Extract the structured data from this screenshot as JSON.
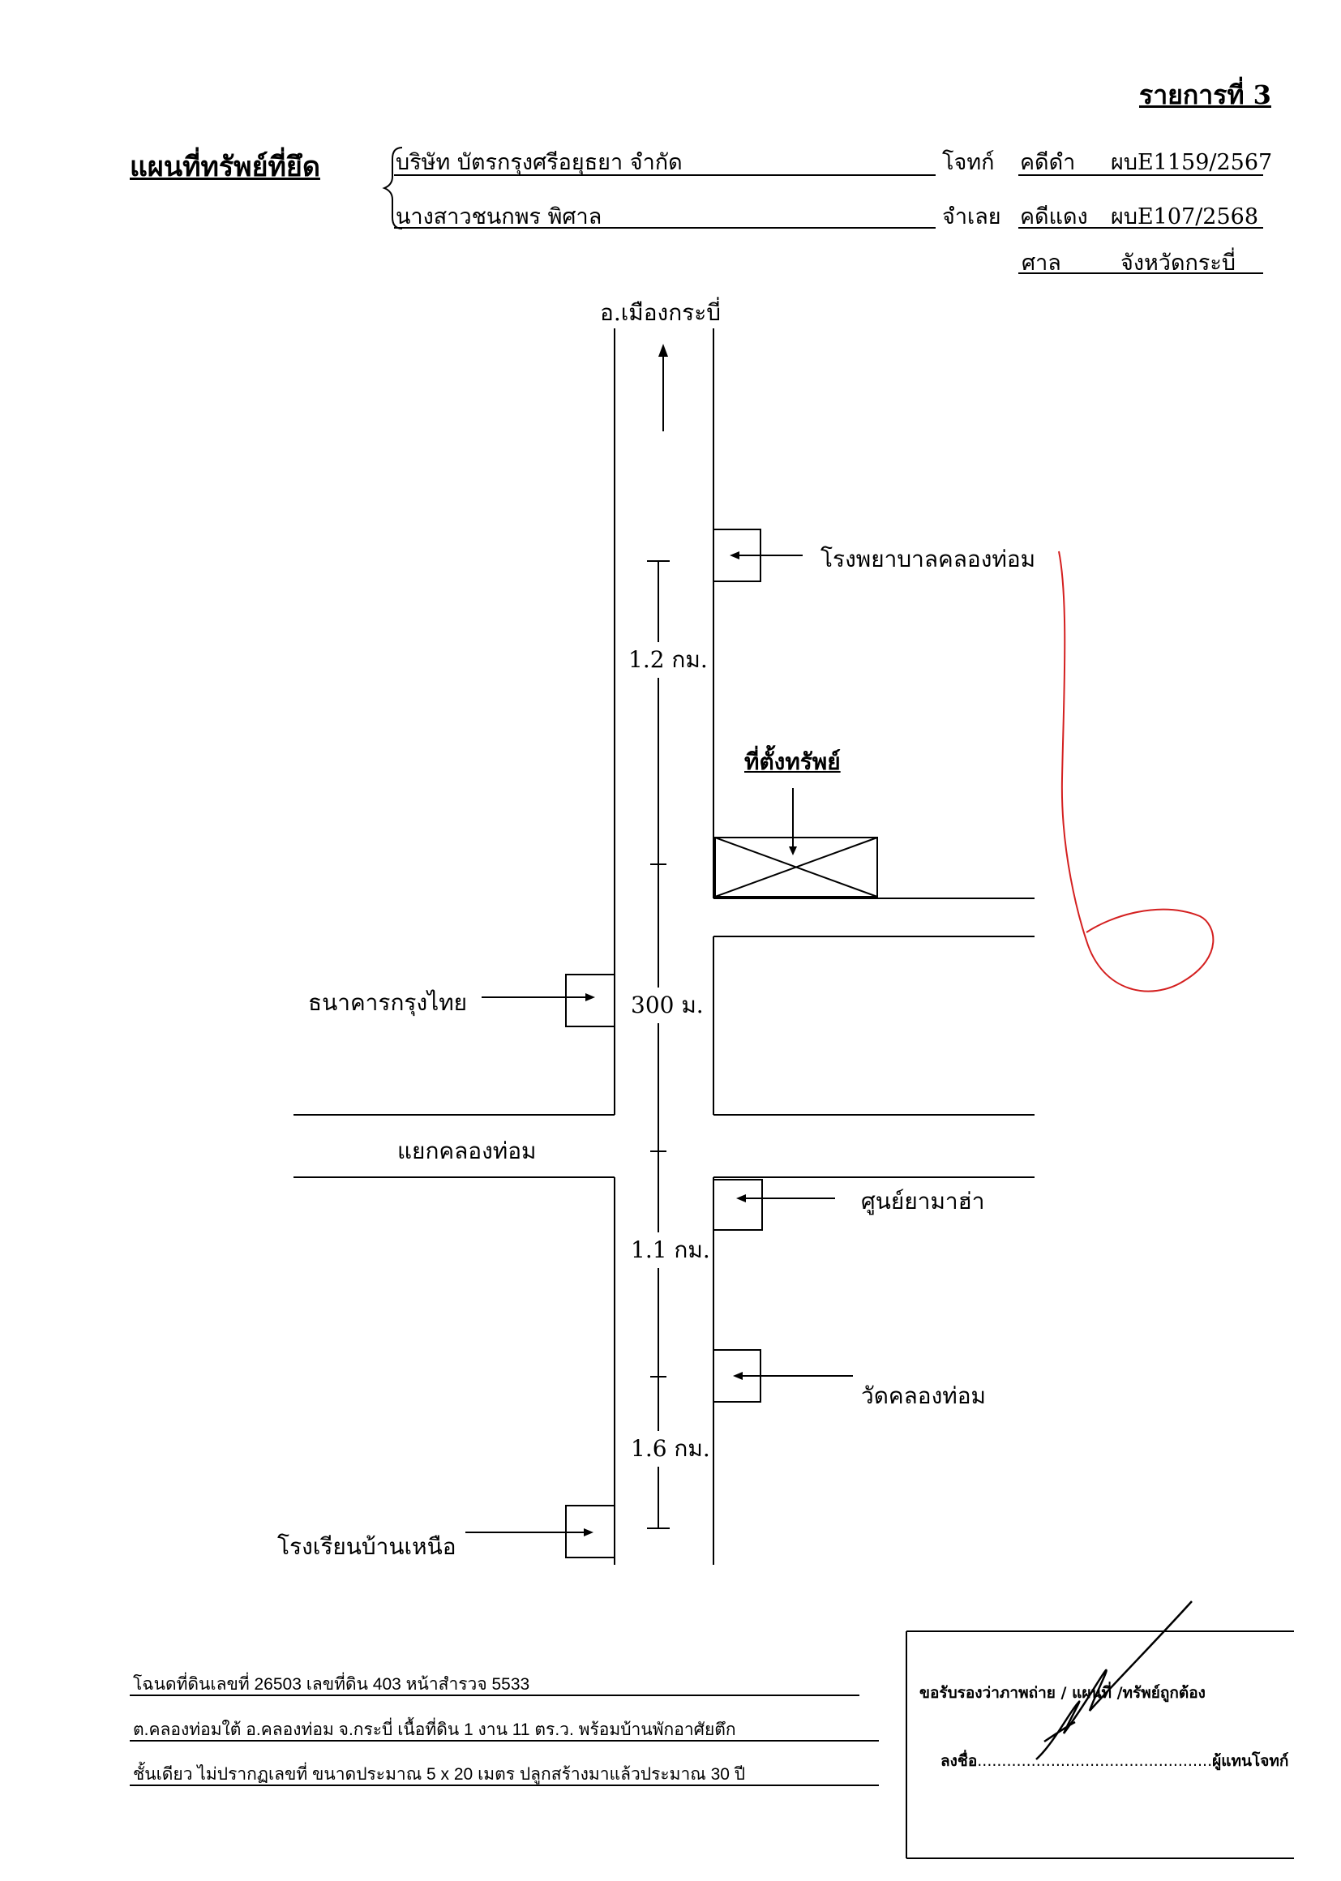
{
  "header": {
    "item_number": "รายการที่ 3",
    "title": "แผนที่ทรัพย์ที่ยึด",
    "plaintiff_name": "บริษัท บัตรกรุงศรีอยุธยา จำกัด",
    "plaintiff_role": "โจทก์",
    "defendant_name": "นางสาวชนกพร   พิศาล",
    "defendant_role": "จำเลย",
    "black_case_label": "คดีดำ",
    "black_case_no": "ผบE1159/2567",
    "red_case_label": "คดีแดง",
    "red_case_no": "ผบE107/2568",
    "court_label": "ศาล",
    "court_name": "จังหวัดกระบี่"
  },
  "map": {
    "direction_label": "อ.เมืองกระบี่",
    "hospital": "โรงพยาบาลคลองท่อม",
    "dist_1": "1.2 กม.",
    "property_label": "ที่ตั้งทรัพย์",
    "bank": "ธนาคารกรุงไทย",
    "dist_2": "300 ม.",
    "junction": "แยกคลองท่อม",
    "yamaha_center": "ศูนย์ยามาฮ่า",
    "dist_3": "1.1 กม.",
    "temple": "วัดคลองท่อม",
    "dist_4": "1.6 กม.",
    "school": "โรงเรียนบ้านเหนือ"
  },
  "footer": {
    "line1": "โฉนดที่ดินเลขที่ 26503 เลขที่ดิน 403 หน้าสำรวจ 5533",
    "line2": "ต.คลองท่อมใต้ อ.คลองท่อม จ.กระบี่ เนื้อที่ดิน 1 งาน 11 ตร.ว. พร้อมบ้านพักอาศัยตึก",
    "line3": "ชั้นเดียว ไม่ปรากฏเลขที่ ขนาดประมาณ 5 x 20 เมตร ปลูกสร้างมาแล้วประมาณ 30 ปี"
  },
  "certification": {
    "statement": "ขอรับรองว่าภาพถ่าย / แผนที่ /ทรัพย์ถูกต้อง",
    "sign_prefix": "ลงชื่อ",
    "sign_dots": "................................................",
    "sign_suffix": "ผู้แทนโจทก์"
  },
  "colors": {
    "ink": "#000000",
    "red_mark": "#d42020"
  }
}
